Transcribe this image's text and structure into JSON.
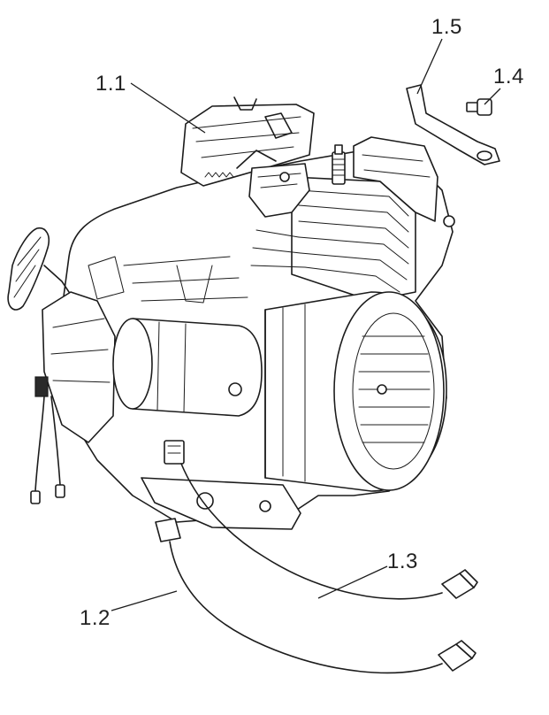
{
  "callouts": {
    "c11": "1.1",
    "c12": "1.2",
    "c13": "1.3",
    "c14": "1.4",
    "c15": "1.5"
  },
  "colors": {
    "line": "#1c1c1c",
    "background": "#ffffff"
  }
}
